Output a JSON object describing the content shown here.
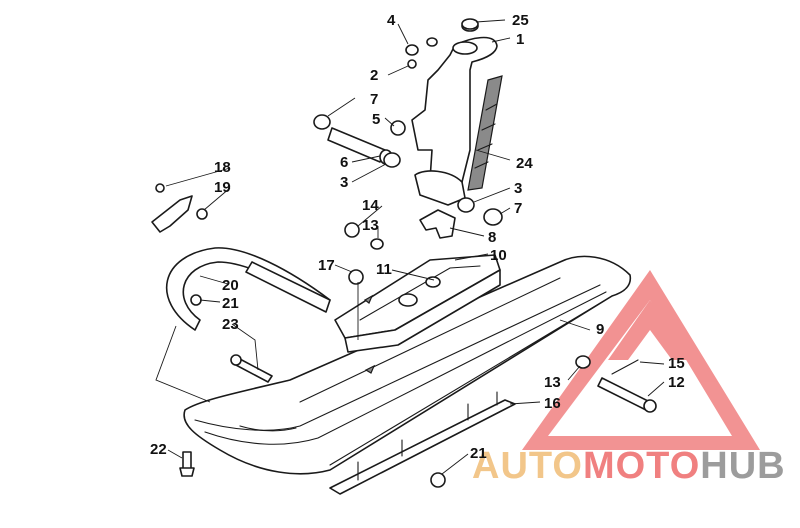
{
  "labels": [
    {
      "id": "1",
      "text": "1"
    },
    {
      "id": "2",
      "text": "2"
    },
    {
      "id": "3a",
      "text": "3"
    },
    {
      "id": "3b",
      "text": "3"
    },
    {
      "id": "4",
      "text": "4"
    },
    {
      "id": "5",
      "text": "5"
    },
    {
      "id": "6",
      "text": "6"
    },
    {
      "id": "7a",
      "text": "7"
    },
    {
      "id": "7b",
      "text": "7"
    },
    {
      "id": "8",
      "text": "8"
    },
    {
      "id": "9",
      "text": "9"
    },
    {
      "id": "10",
      "text": "10"
    },
    {
      "id": "11",
      "text": "11"
    },
    {
      "id": "12",
      "text": "12"
    },
    {
      "id": "13a",
      "text": "13"
    },
    {
      "id": "13b",
      "text": "13"
    },
    {
      "id": "14",
      "text": "14"
    },
    {
      "id": "15",
      "text": "15"
    },
    {
      "id": "16",
      "text": "16"
    },
    {
      "id": "17",
      "text": "17"
    },
    {
      "id": "18",
      "text": "18"
    },
    {
      "id": "19",
      "text": "19"
    },
    {
      "id": "20",
      "text": "20"
    },
    {
      "id": "21a",
      "text": "21"
    },
    {
      "id": "21b",
      "text": "21"
    },
    {
      "id": "22",
      "text": "22"
    },
    {
      "id": "23",
      "text": "23"
    },
    {
      "id": "24",
      "text": "24"
    },
    {
      "id": "25",
      "text": "25"
    }
  ],
  "watermark": {
    "part1": "AUTO",
    "part2": "MOTO",
    "part3": "HUB",
    "color_gold": "#f2c68a",
    "color_red": "#f08080",
    "color_gray": "#9c9c9c"
  }
}
